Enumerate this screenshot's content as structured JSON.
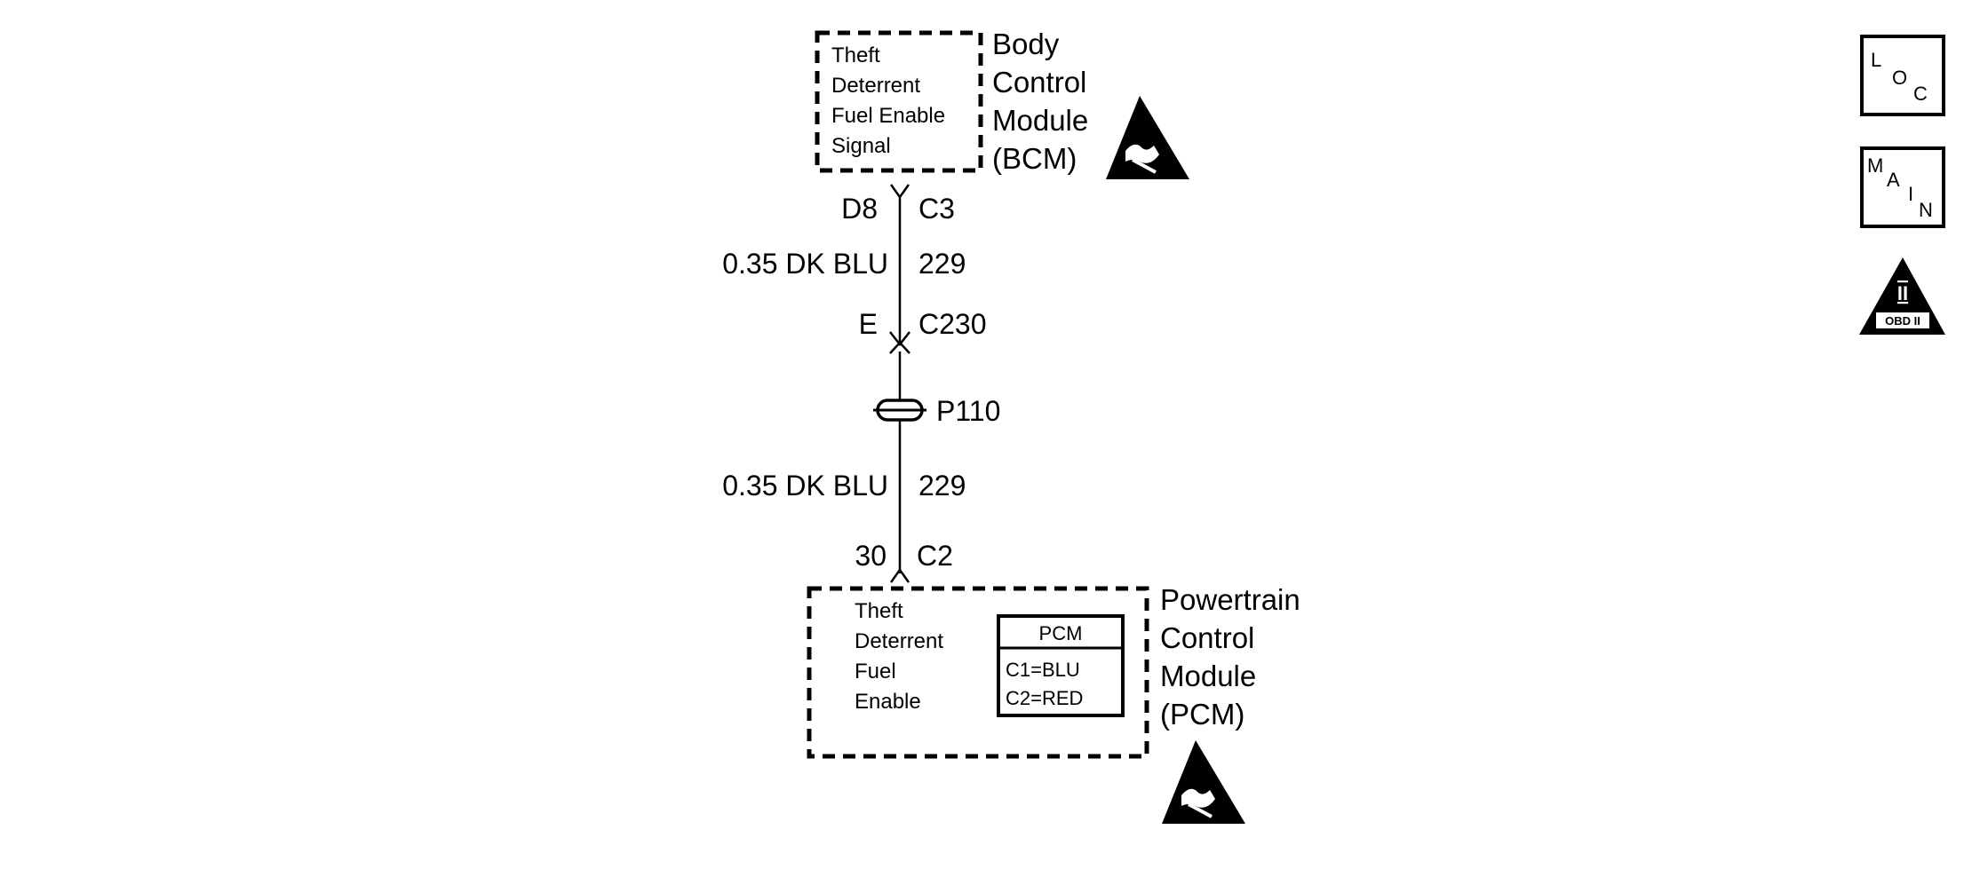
{
  "bcm": {
    "inner_lines": [
      "Theft",
      "Deterrent",
      "Fuel Enable",
      "Signal"
    ],
    "name_lines": [
      "Body",
      "Control",
      "Module",
      "(BCM)"
    ]
  },
  "bcm_connector": {
    "pin": "D8",
    "connector": "C3"
  },
  "wire_upper": {
    "size_color": "0.35 DK BLU",
    "circuit": "229"
  },
  "inline_connector": {
    "pin": "E",
    "connector": "C230"
  },
  "splice": {
    "label": "P110"
  },
  "wire_lower": {
    "size_color": "0.35 DK BLU",
    "circuit": "229"
  },
  "pcm_connector": {
    "pin": "30",
    "connector": "C2"
  },
  "pcm": {
    "inner_lines": [
      "Theft",
      "Deterrent",
      "Fuel",
      "Enable"
    ],
    "name_lines": [
      "Powertrain",
      "Control",
      "Module",
      "(PCM)"
    ],
    "table": {
      "header": "PCM",
      "rows": [
        "C1=BLU",
        "C2=RED"
      ]
    }
  },
  "nav": {
    "loc": [
      "L",
      "O",
      "C"
    ],
    "main": [
      "M",
      "A",
      "I",
      "N"
    ],
    "obd": {
      "numeral": "II",
      "label": "OBD II"
    }
  }
}
